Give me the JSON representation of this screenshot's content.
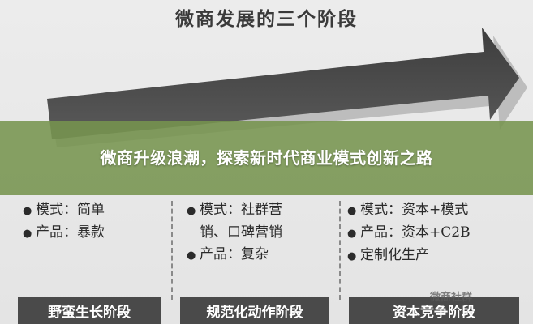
{
  "diagram": {
    "title": "微商发展的三个阶段",
    "columns": [
      {
        "items": [
          "模式：简单",
          "产品：暴款"
        ]
      },
      {
        "items": [
          "模式：社群营",
          "产品：复杂"
        ],
        "continuation": "销、口碑营销"
      },
      {
        "items": [
          "模式：资本+模式",
          "产品：资本+C2B",
          "定制化生产"
        ]
      }
    ],
    "stages": [
      "野蛮生长阶段",
      "规范化动作阶段",
      "资本竞争阶段"
    ],
    "bullet_symbol": "●"
  },
  "overlay": {
    "title": "微商升级浪潮，探索新时代商业模式创新之路",
    "color": "#76944e"
  },
  "watermark": "微商社群"
}
